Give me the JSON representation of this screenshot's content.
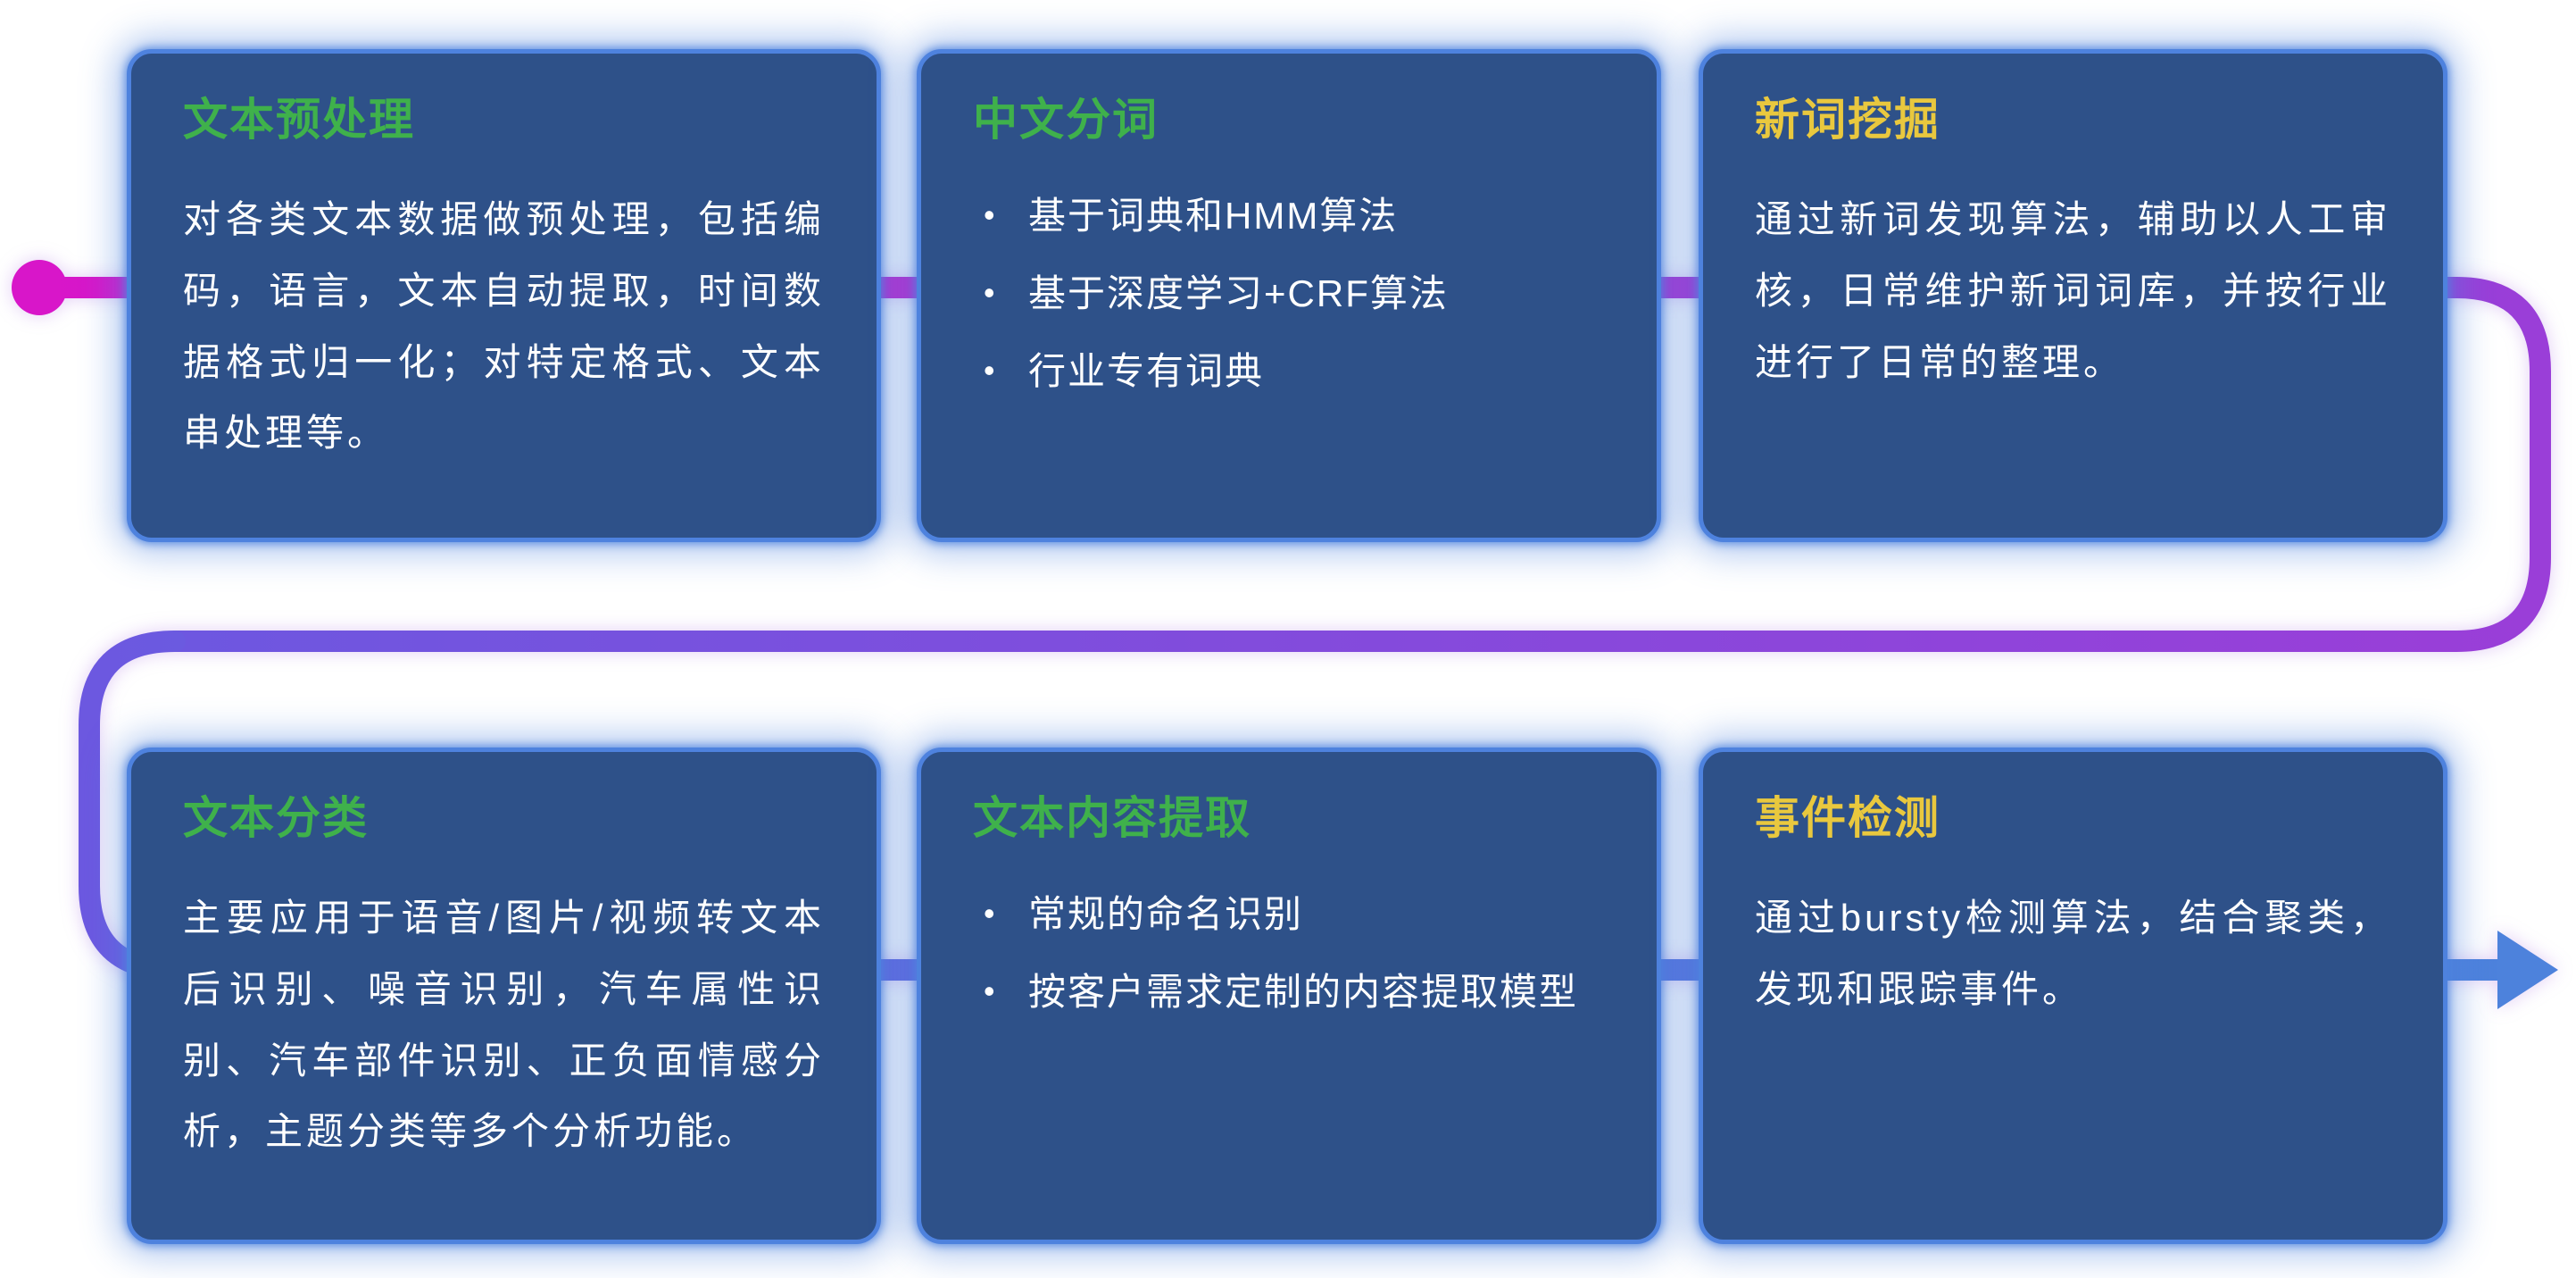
{
  "page": {
    "background_color": "#ffffff"
  },
  "flow_line": {
    "start_color": "#d816c9",
    "mid_color": "#9a3ed8",
    "transition_color": "#6c58e0",
    "end_color": "#4d82dc",
    "start_marker": "dot",
    "end_marker": "arrow-right"
  },
  "card_style": {
    "background_color": "#2e5189",
    "glow_color": "#4e82de",
    "green_title_color": "#3fb14b",
    "yellow_title_color": "#e9c83e",
    "body_text_color": "#ffffff"
  },
  "cards": [
    {
      "title": "文本预处理",
      "title_color": "#3fb14b",
      "body": "对各类文本数据做预处理，包括编码，语言，文本自动提取，时间数据格式归一化；对特定格式、文本串处理等。",
      "bullets": []
    },
    {
      "title": "中文分词",
      "title_color": "#3fb14b",
      "body": "",
      "bullets": [
        "基于词典和HMM算法",
        "基于深度学习+CRF算法",
        "行业专有词典"
      ]
    },
    {
      "title": "新词挖掘",
      "title_color": "#e9c83e",
      "body": "通过新词发现算法，辅助以人工审核，日常维护新词词库，并按行业进行了日常的整理。",
      "bullets": []
    },
    {
      "title": "文本分类",
      "title_color": "#3fb14b",
      "body": "主要应用于语音/图片/视频转文本后识别、噪音识别，汽车属性识别、汽车部件识别、正负面情感分析，主题分类等多个分析功能。",
      "bullets": []
    },
    {
      "title": "文本内容提取",
      "title_color": "#3fb14b",
      "body": "",
      "bullets": [
        "常规的命名识别",
        "按客户需求定制的内容提取模型"
      ]
    },
    {
      "title": "事件检测",
      "title_color": "#e9c83e",
      "body": "通过bursty检测算法，结合聚类，发现和跟踪事件。",
      "bullets": []
    }
  ]
}
